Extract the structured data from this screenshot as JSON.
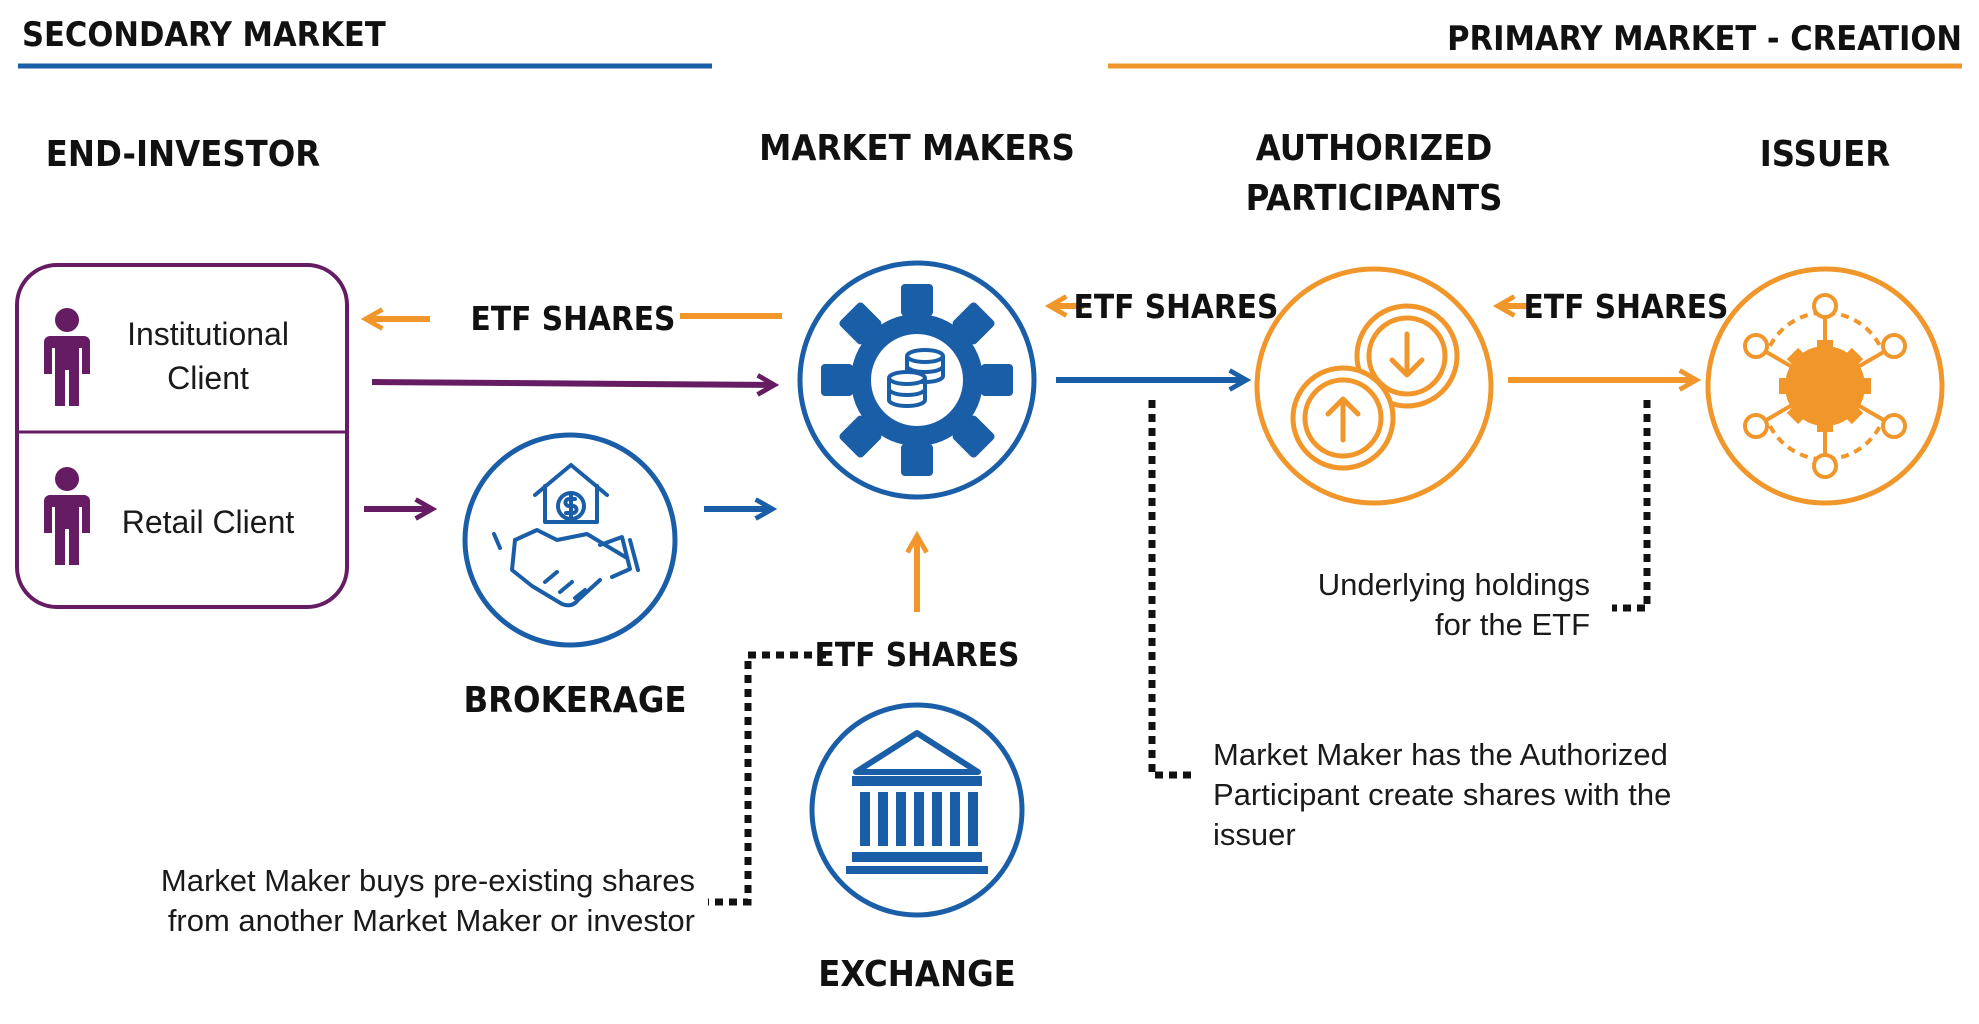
{
  "sections": {
    "secondary": {
      "label": "SECONDARY MARKET",
      "color": "#1b5ea8"
    },
    "primary": {
      "label": "PRIMARY MARKET - CREATION",
      "color": "#f0962a"
    }
  },
  "columns": {
    "end_investor": "END-INVESTOR",
    "market_makers": "MARKET MAKERS",
    "authorized_line1": "AUTHORIZED",
    "authorized_line2": "PARTICIPANTS",
    "issuer": "ISSUER"
  },
  "nodes": {
    "institutional_line1": "Institutional",
    "institutional_line2": "Client",
    "retail": "Retail Client",
    "brokerage": "BROKERAGE",
    "exchange": "EXCHANGE"
  },
  "flow_labels": {
    "mm_to_investor": "ETF SHARES",
    "ap_to_mm": "ETF SHARES",
    "issuer_to_ap": "ETF SHARES",
    "exchange_to_mm": "ETF SHARES"
  },
  "notes": {
    "underlying_line1": "Underlying holdings",
    "underlying_line2": "for the ETF",
    "create_line1": "Market Maker has the Authorized",
    "create_line2": "Participant create shares with the",
    "create_line3": "issuer",
    "buys_line1": "Market Maker buys pre-existing shares",
    "buys_line2": "from another Market Maker or investor"
  },
  "colors": {
    "purple": "#651c62",
    "blue": "#1b5ea8",
    "orange": "#f0962a",
    "dark": "#111111"
  },
  "icons": {
    "person": "person-icon",
    "brokerage": "handshake-house-icon",
    "market_makers": "gear-coins-icon",
    "authorized": "up-down-coins-icon",
    "issuer": "network-gear-icon",
    "exchange": "bank-building-icon"
  }
}
